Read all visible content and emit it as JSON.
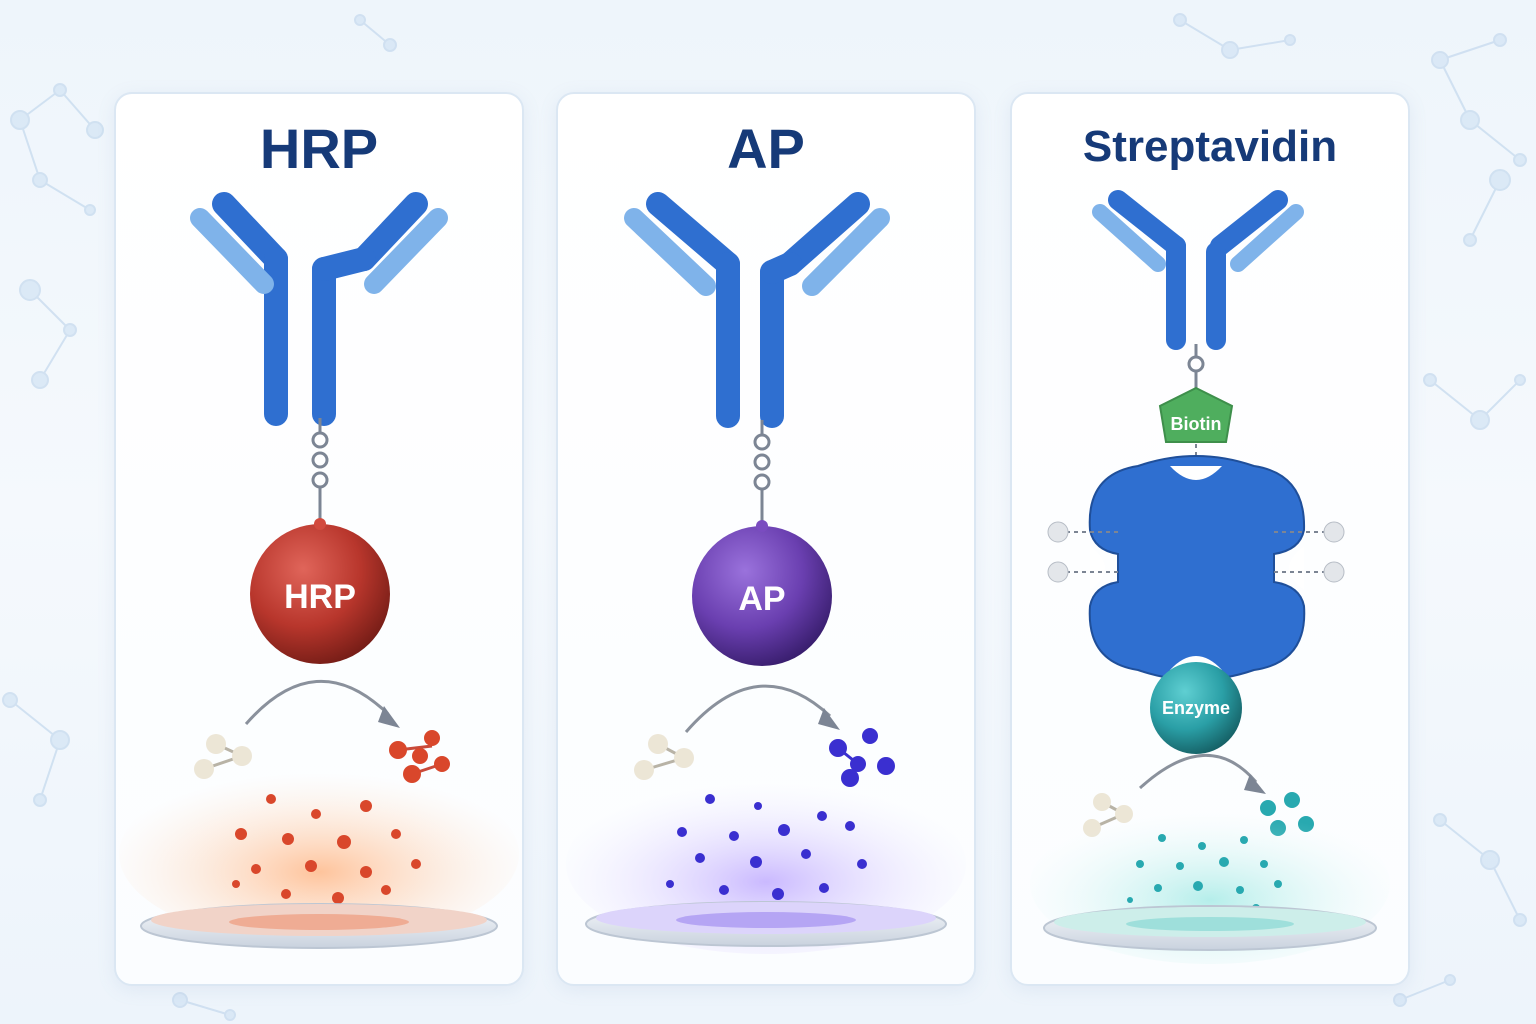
{
  "panels": {
    "hrp": {
      "title": "HRP",
      "enzyme_label": "HRP",
      "enzyme_color": "#b8362c",
      "product_color": "#d9472b"
    },
    "ap": {
      "title": "AP",
      "enzyme_label": "AP",
      "enzyme_color": "#6a3fb0",
      "product_color": "#3a2fd0"
    },
    "streptavidin": {
      "title": "Streptavidin",
      "biotin_label": "Biotin",
      "enzyme_label": "Enzyme",
      "biotin_color": "#4fae5e",
      "streptavidin_color": "#2f6fd0",
      "enzyme_color": "#2a9fa6",
      "product_color": "#28a9b0"
    }
  },
  "colors": {
    "antibody_heavy": "#2f6fd0",
    "antibody_light": "#7fb3ea",
    "substrate": "#ece6d6",
    "title": "#163a78"
  }
}
